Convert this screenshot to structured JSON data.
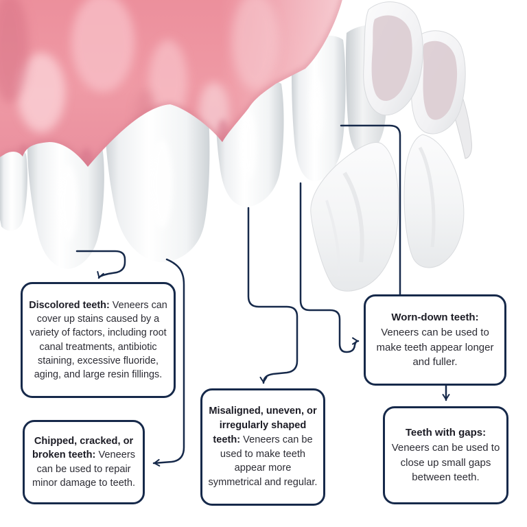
{
  "figure": {
    "description": "Infographic: upper gums and front teeth in 3D with four porcelain veneer shells floating to the right; labelled callouts explain problems veneers fix",
    "background_color": "#ffffff"
  },
  "colors": {
    "connector_line": "#16294a",
    "box_border": "#16294a",
    "title_text": "#1c1c25",
    "body_text": "#2c2c34",
    "gum_pink": "#ee97a2",
    "gum_highlight": "#fbcdd3",
    "gum_shadow": "#d67b8c",
    "tooth_white": "#ffffff",
    "tooth_edge": "#ccd1d5",
    "veneer_inner_face": "#dbccd1"
  },
  "illustration": {
    "parts": [
      "gums",
      "tooth-partial-left",
      "tooth-1",
      "tooth-2",
      "tooth-3",
      "tooth-4",
      "tooth-5",
      "veneer-shell-1",
      "veneer-shell-2",
      "veneer-edge",
      "veneer-shell-3",
      "veneer-shell-4"
    ]
  },
  "callouts": [
    {
      "id": "discolored",
      "title": "Discolored teeth:",
      "body": "Veneers can cover up stains caused by a variety of factors, including root canal treatments, antibiotic staining, excessive fluoride, aging, and large resin fillings."
    },
    {
      "id": "chipped",
      "title": "Chipped, cracked, or broken teeth:",
      "body": "Veneers can be used to repair minor damage to teeth."
    },
    {
      "id": "misaligned",
      "title": "Misaligned, uneven, or irregularly shaped teeth:",
      "body": "Veneers can be used to make teeth appear more symmetrical and regular."
    },
    {
      "id": "worn",
      "title": "Worn-down teeth:",
      "body": "Veneers can be used to make teeth appear longer and fuller."
    },
    {
      "id": "gaps",
      "title": "Teeth with gaps:",
      "body": "Veneers can be used to close up small gaps between teeth."
    }
  ],
  "connectors": [
    {
      "from": "tooth-1",
      "to": "discolored-callout"
    },
    {
      "from": "tooth-2",
      "to": "chipped-callout"
    },
    {
      "from": "tooth-3",
      "to": "misaligned-callout"
    },
    {
      "from": "tooth-4",
      "to": "worn-callout"
    },
    {
      "from": "tooth-5",
      "to": "worn-callout"
    },
    {
      "from": "worn-callout",
      "to": "gaps-callout"
    }
  ]
}
